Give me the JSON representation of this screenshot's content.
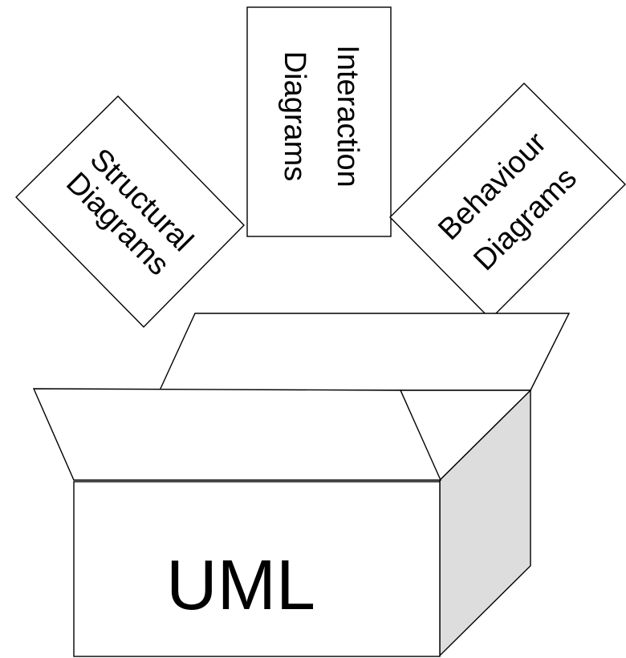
{
  "box": {
    "label": "UML"
  },
  "cards": {
    "structural": {
      "line1": "Structural",
      "line2": "Diagrams"
    },
    "interaction": {
      "line1": "Interaction",
      "line2": "Diagrams"
    },
    "behaviour": {
      "line1": "Behaviour",
      "line2": "Diagrams"
    }
  },
  "colors": {
    "stroke": "#000000",
    "fill": "#ffffff",
    "box_side_shade": "#dddddd"
  }
}
